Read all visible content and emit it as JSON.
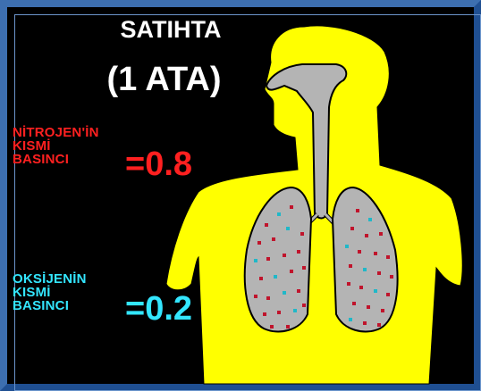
{
  "title_line1": "SATIHTA",
  "title_line2": "(1 ATA)",
  "nitrogen": {
    "label_lines": [
      "NİTROJEN'İN",
      "KISMİ",
      "BASINCI"
    ],
    "value": "=0.8",
    "color": "#ff2020"
  },
  "oxygen": {
    "label_lines": [
      "OKSİJENİN",
      "KISMİ",
      "BASINCI"
    ],
    "value": "=0.2",
    "color": "#33e6ff"
  },
  "colors": {
    "background": "#000000",
    "frame": "#3d6fb0",
    "body": "#ffff00",
    "airway": "#b4b4b4",
    "nitrogen_particle": "#c0142c",
    "oxygen_particle": "#20b8c8"
  }
}
